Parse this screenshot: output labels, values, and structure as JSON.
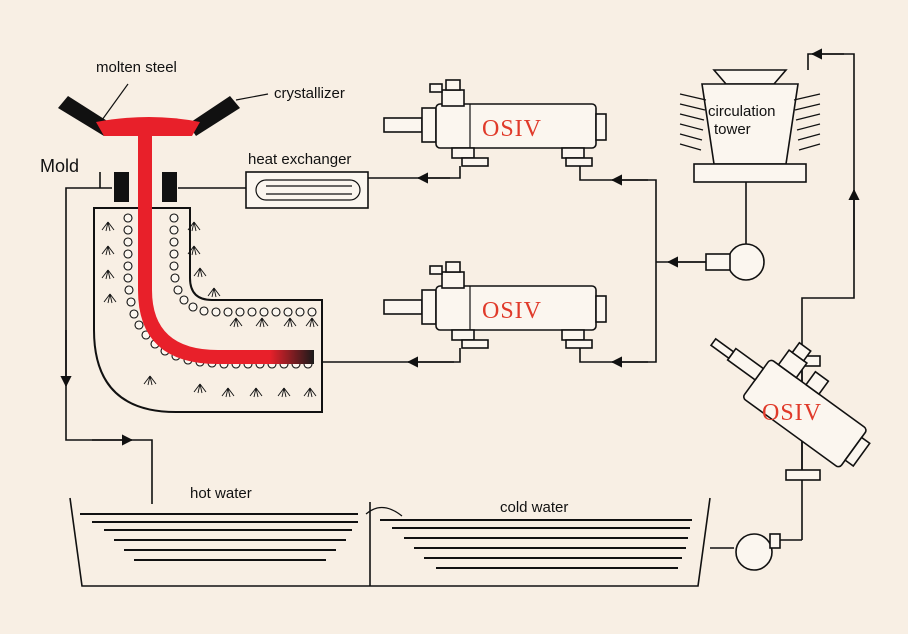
{
  "labels": {
    "molten_steel": "molten steel",
    "crystallizer": "crystallizer",
    "mold": "Mold",
    "heat_exchanger": "heat exchanger",
    "circulation_tower_line1": "circulation",
    "circulation_tower_line2": "tower",
    "hot_water": "hot water",
    "cold_water": "cold water"
  },
  "brand": {
    "upper_unit": "OSIV",
    "middle_unit": "OSIV",
    "inclined_unit": "OSIV"
  },
  "colors": {
    "background": "#f8efe4",
    "molten_steel": "#e8202a",
    "brand_text": "#e03a2a",
    "line": "#111111"
  }
}
